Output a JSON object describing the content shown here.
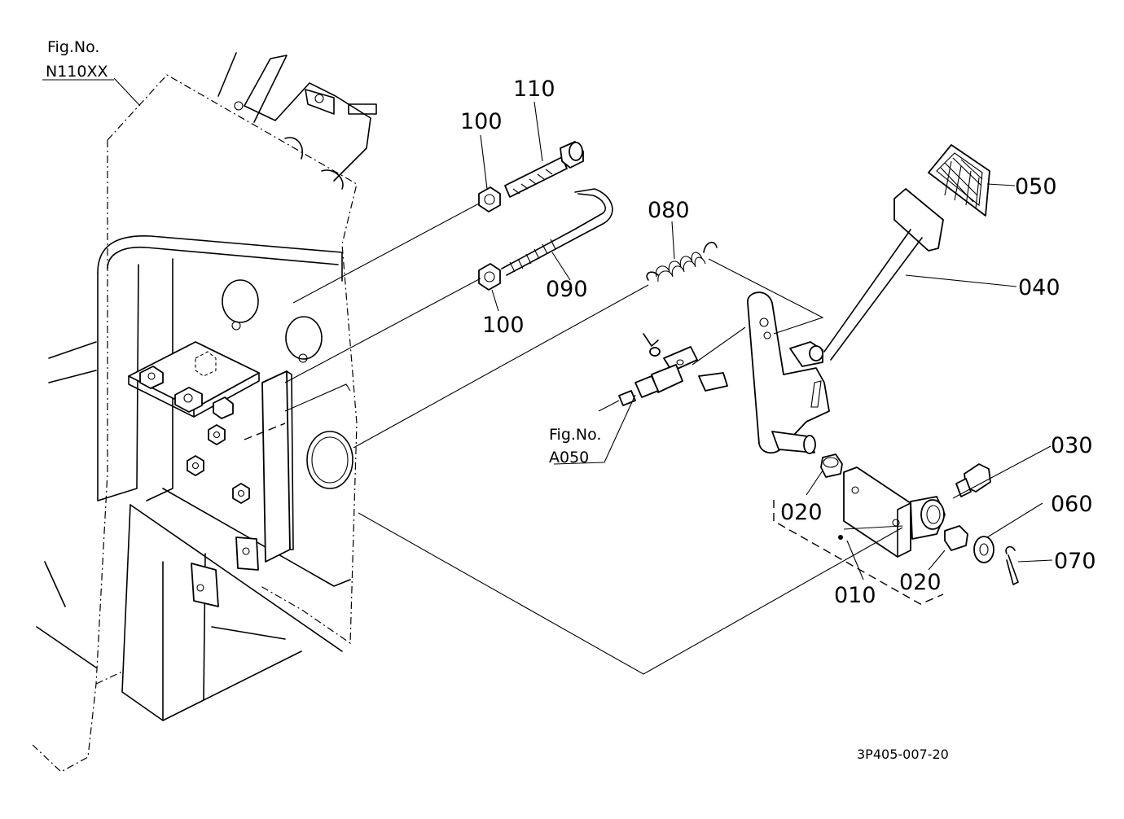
{
  "figure_refs": {
    "main": {
      "line1": "Fig.No.",
      "line2": "N110XX"
    },
    "cable": {
      "line1": "Fig.No.",
      "line2": "A050"
    }
  },
  "parts": {
    "p010": "010",
    "p020a": "020",
    "p020b": "020",
    "p030": "030",
    "p040": "040",
    "p050": "050",
    "p060": "060",
    "p070": "070",
    "p080": "080",
    "p090": "090",
    "p100a": "100",
    "p100b": "100",
    "p110": "110"
  },
  "drawing_code": "3P405-007-20"
}
